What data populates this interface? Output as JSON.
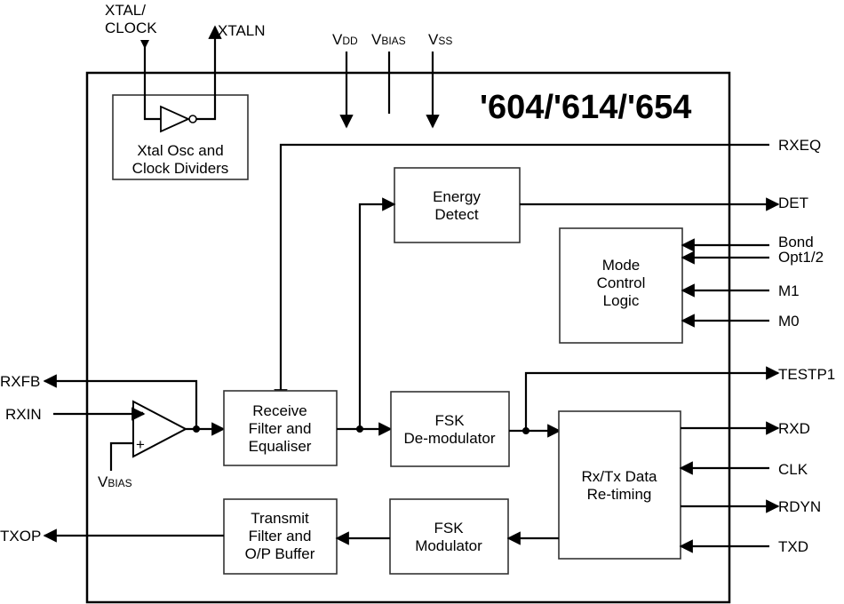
{
  "title": "'604/'614/'654",
  "blocks": {
    "xtal": [
      "Xtal Osc and",
      "Clock Dividers"
    ],
    "energy": [
      "Energy",
      "Detect"
    ],
    "mode": [
      "Mode",
      "Control",
      "Logic"
    ],
    "rxfilter": [
      "Receive",
      "Filter and",
      "Equaliser"
    ],
    "demod": [
      "FSK",
      "De-modulator"
    ],
    "retime": [
      "Rx/Tx Data",
      "Re-timing"
    ],
    "txfilter": [
      "Transmit",
      "Filter and",
      "O/P Buffer"
    ],
    "mod": [
      "FSK",
      "Modulator"
    ]
  },
  "pins": {
    "xtal_clock": [
      "XTAL/",
      "CLOCK"
    ],
    "xtaln": "XTALN",
    "vdd": {
      "main": "V",
      "sub": "DD"
    },
    "vbias": {
      "main": "V",
      "sub": "BIAS"
    },
    "vss": {
      "main": "V",
      "sub": "SS"
    },
    "vbias_amp": {
      "main": "V",
      "sub": "BIAS"
    },
    "rxeq": "RXEQ",
    "det": "DET",
    "bond": "Bond",
    "opt": "Opt1/2",
    "m1": "M1",
    "m0": "M0",
    "testp1": "TESTP1",
    "rxd": "RXD",
    "clk": "CLK",
    "rdyn": "RDYN",
    "txd": "TXD",
    "rxfb": "RXFB",
    "rxin": "RXIN",
    "txop": "TXOP",
    "plus": "+",
    "minus": "−"
  }
}
